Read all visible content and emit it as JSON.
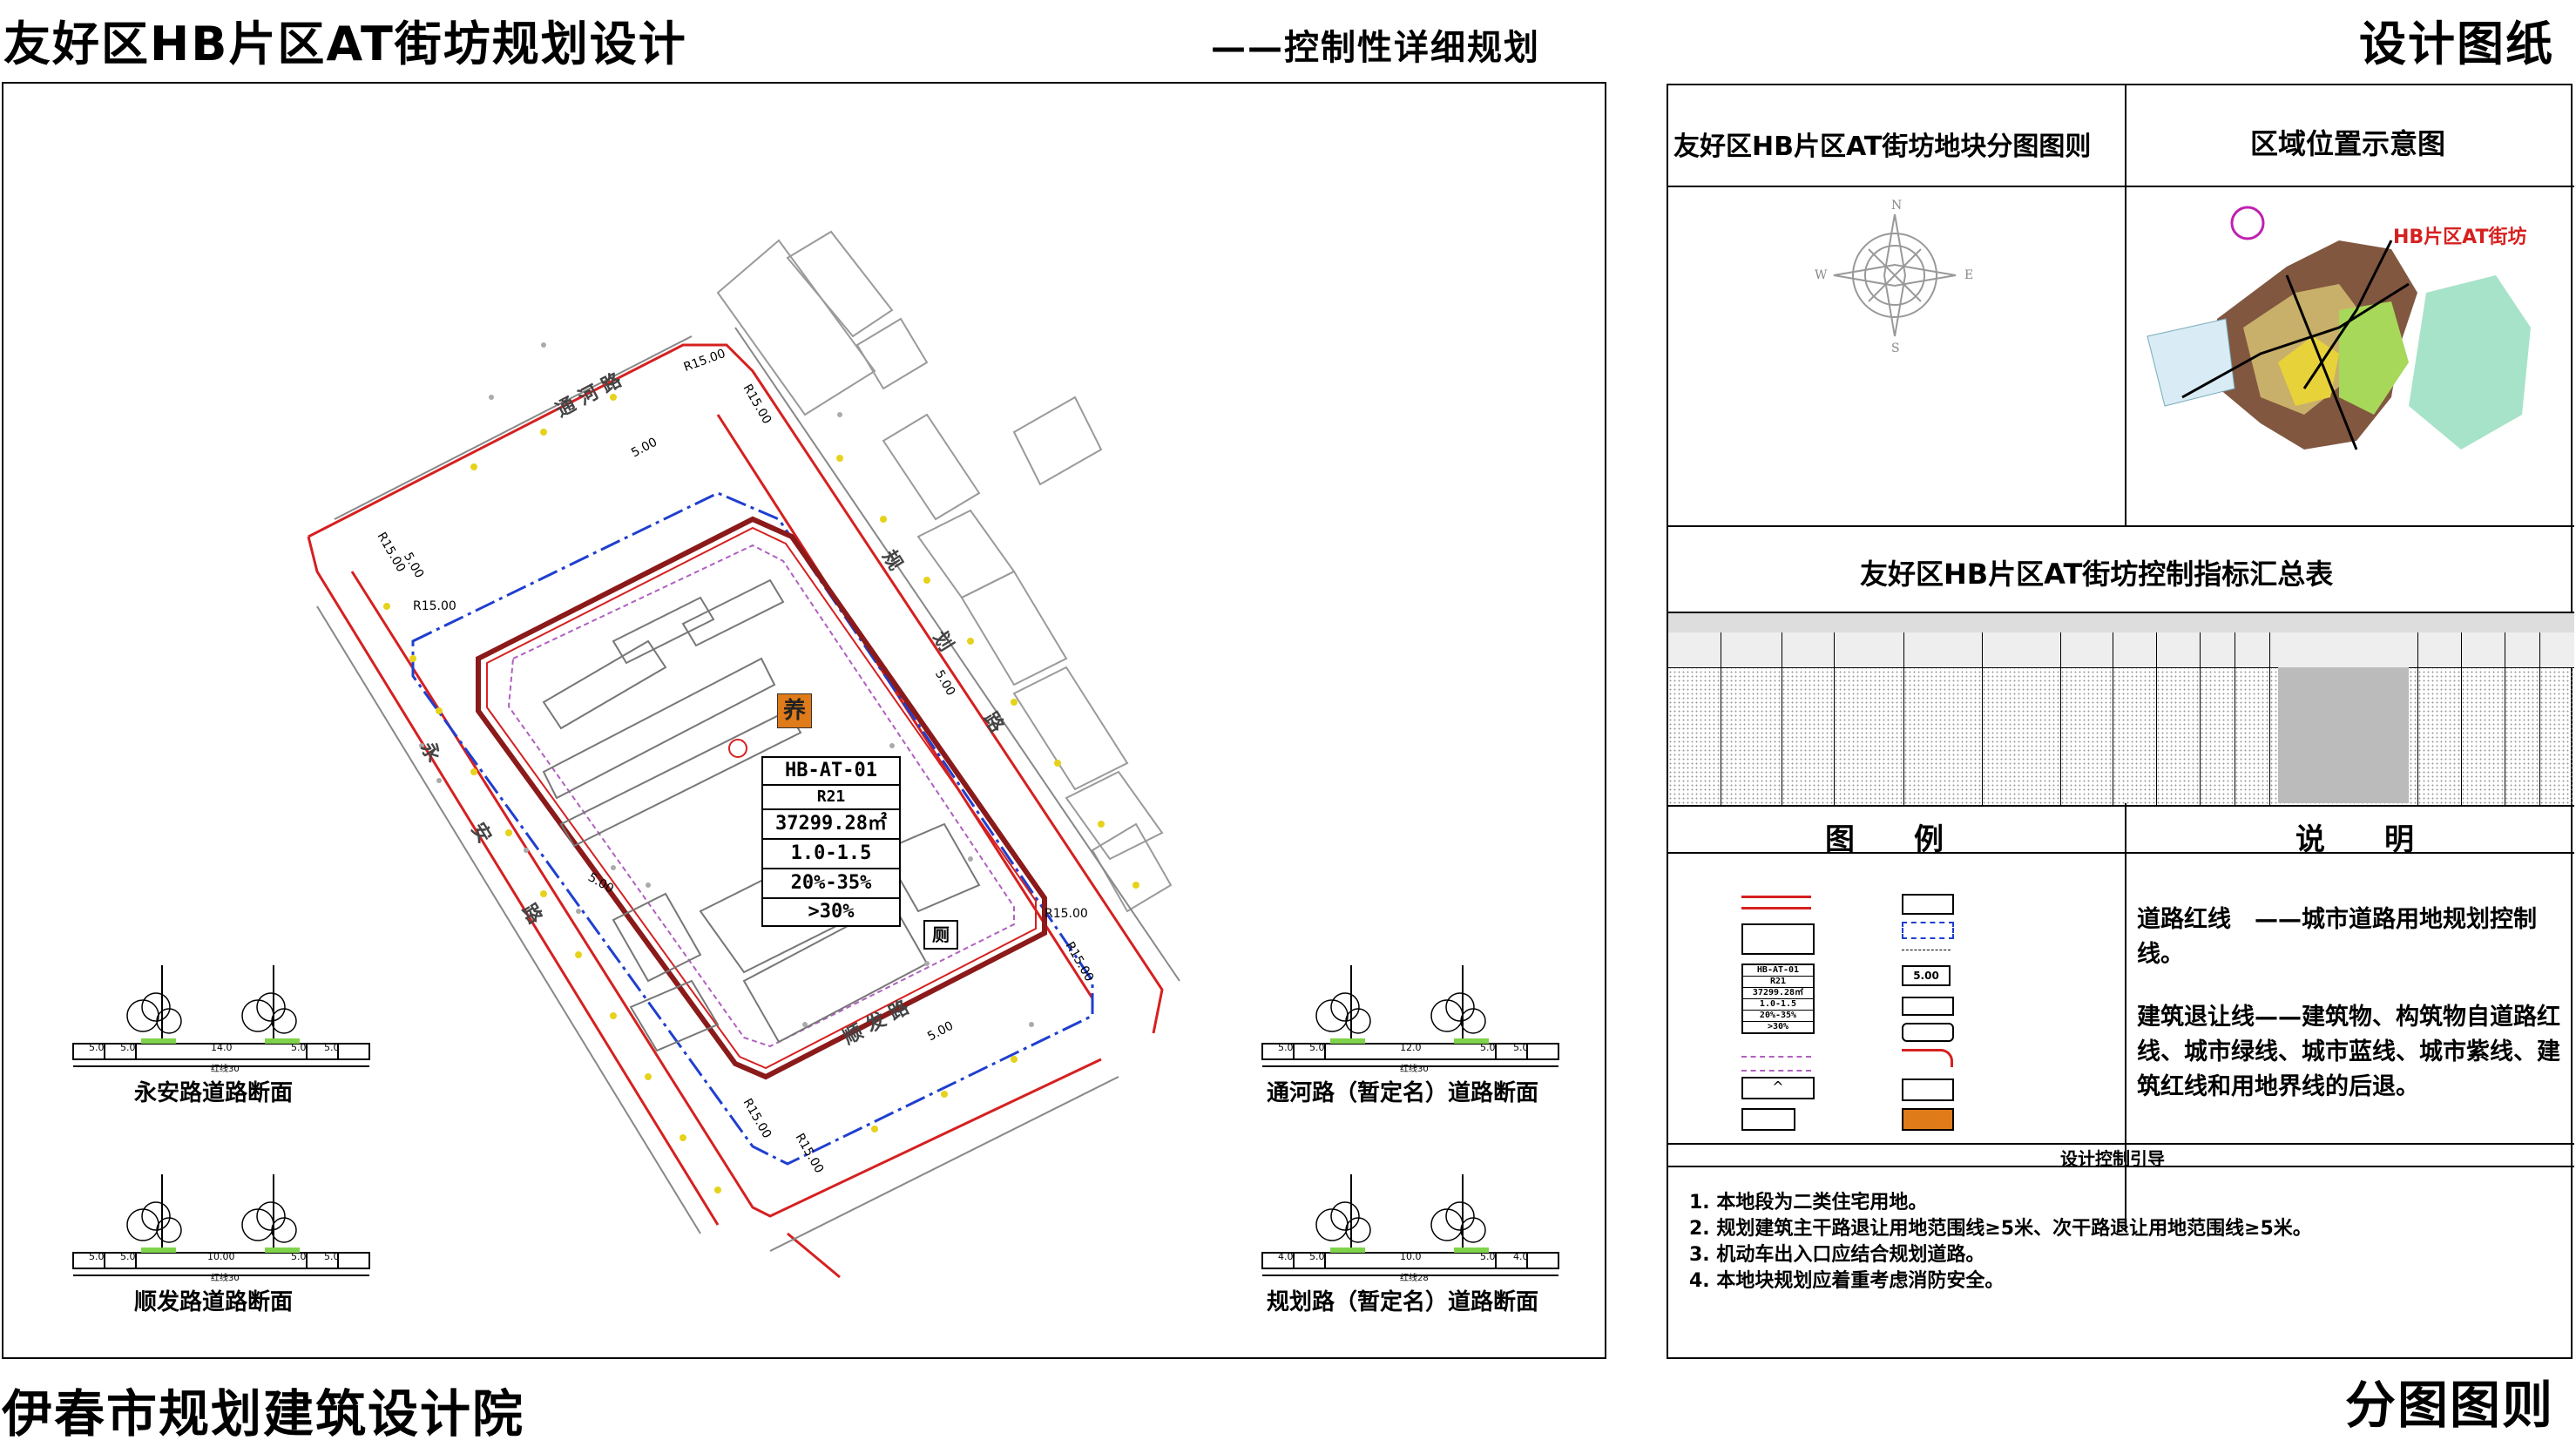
{
  "header": {
    "title": "友好区HB片区AT街坊规划设计",
    "subtitle": "——控制性详细规划",
    "sheet_type": "设计图纸"
  },
  "footer": {
    "institute": "伊春市规划建筑设计院",
    "sheet_name": "分图图则"
  },
  "map": {
    "roads": {
      "north": "通 河 路",
      "west": "永 安 路",
      "east": "规 划 路",
      "south": "顺 发 路"
    },
    "radius_labels": [
      "R15.00",
      "R15.00",
      "R15.00",
      "R15.00",
      "R15.00",
      "R15.00",
      "R15.00",
      "R15.00"
    ],
    "setback_labels": [
      "5.00",
      "5.00",
      "5.00",
      "5.00",
      "5.00"
    ],
    "facility_icon": "养",
    "facility_icon2": "厕",
    "parcel": {
      "code": "HB-AT-01",
      "landuse": "R21",
      "area": "37299.28㎡",
      "far": "1.0-1.5",
      "density": "20%-35%",
      "green": ">30%"
    },
    "sections": [
      {
        "title": "永安路道路断面",
        "dims": [
          "5.0",
          "5.0",
          "14.0",
          "5.0",
          "5.0"
        ],
        "total": "红线30"
      },
      {
        "title": "通河路（暂定名）道路断面",
        "dims": [
          "5.0",
          "5.0",
          "12.0",
          "5.0",
          "5.0"
        ],
        "total": "红线30"
      },
      {
        "title": "顺发路道路断面",
        "dims": [
          "5.0",
          "5.0",
          "10.00",
          "5.0",
          "5.0"
        ],
        "total": "红线30"
      },
      {
        "title": "规划路（暂定名）道路断面",
        "dims": [
          "4.0",
          "5.0",
          "10.0",
          "5.0",
          "4.0"
        ],
        "total": "红线28"
      }
    ]
  },
  "side_panel": {
    "title_left": "友好区HB片区AT街坊地块分图图则",
    "title_right": "区域位置示意图",
    "location_label": "HB片区AT街坊",
    "compass": {
      "n": "N",
      "s": "S",
      "e": "E",
      "w": "W"
    },
    "summary_title": "友好区HB片区AT街坊控制指标汇总表",
    "legend_title": "图　　例",
    "explain_title": "说　　明",
    "explanations": [
      "道路红线　——城市道路用地规划控制线。",
      "建筑退让线——建筑物、构筑物自道路红线、城市绿线、城市蓝线、城市紫线、建筑红线和用地界线的后退。"
    ],
    "legend_parcel": {
      "code": "HB-AT-01",
      "landuse": "R21",
      "area": "37299.28㎡",
      "far": "1.0-1.5",
      "density": "20%-35%",
      "green": ">30%",
      "setback": "5.00"
    },
    "guide_title": "设计控制引导",
    "guides": [
      "1. 本地段为二类住宅用地。",
      "2. 规划建筑主干路退让用地范围线≥5米、次干路退让用地范围线≥5米。",
      "3. 机动车出入口应结合规划道路。",
      "4. 本地块规划应着重考虑消防安全。"
    ]
  },
  "colors": {
    "red_line": "#d62020",
    "setback_blue": "#1f3fcf",
    "parcel_purple": "#b060c0",
    "facility_orange": "#e07b1a",
    "road_gray": "#888888"
  }
}
